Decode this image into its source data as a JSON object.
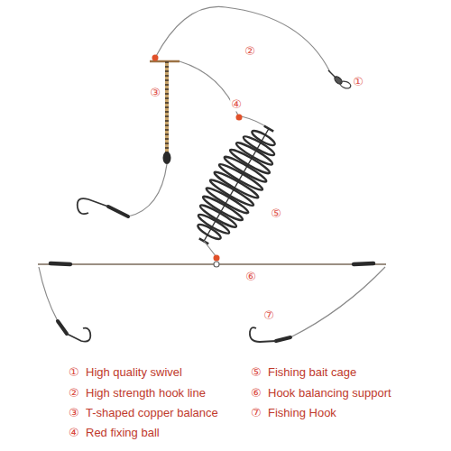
{
  "diagram": {
    "labels": [
      "②",
      "①",
      "③",
      "④",
      "⑤",
      "⑥",
      "⑦",
      "①",
      "High quality swivel",
      "⑤",
      "Fishing bait cage",
      "②",
      "High strength hook line",
      "⑥",
      "Hook balancing support",
      "③",
      "T-shaped copper balance",
      "⑦",
      "Fishing Hook",
      "④",
      "Red fixing ball"
    ]
  }
}
